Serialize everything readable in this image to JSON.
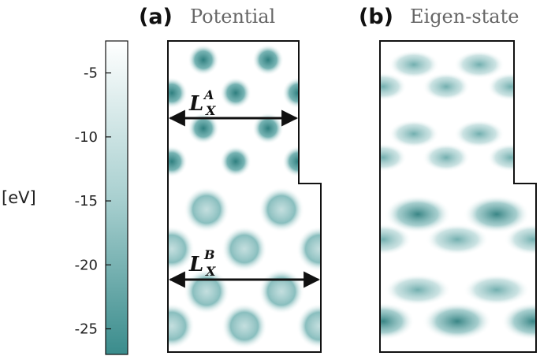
{
  "colorbar": {
    "unit": "[eV]",
    "ticks": [
      "-5",
      "-10",
      "-15",
      "-20",
      "-25"
    ],
    "tick_values": [
      -5,
      -10,
      -15,
      -20,
      -25
    ],
    "range": [
      -27,
      -2.5
    ],
    "color_low": "#3a8c8c",
    "color_high": "#ffffff"
  },
  "panel_a": {
    "letter": "(a)",
    "name": "Potential",
    "width_A": {
      "main": "L",
      "sub": "X",
      "sup": "A"
    },
    "width_B": {
      "main": "L",
      "sub": "X",
      "sup": "B"
    }
  },
  "panel_b": {
    "letter": "(b)",
    "name": "Eigen-state"
  },
  "colors": {
    "teal_dark": "#2f8080",
    "teal_mid": "#7bb8b8",
    "outline": "#111111"
  }
}
